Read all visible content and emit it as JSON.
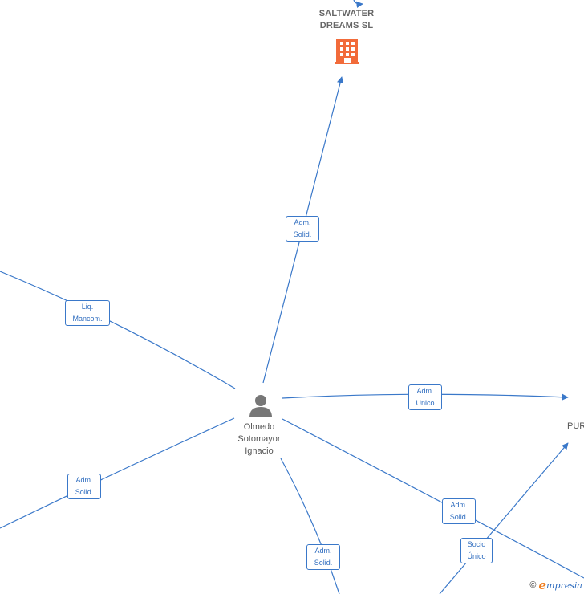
{
  "nodes": {
    "company_top": {
      "name_line1": "SALTWATER",
      "name_line2": "DREAMS SL"
    },
    "person": {
      "name_line1": "Olmedo",
      "name_line2": "Sotomayor",
      "name_line3": "Ignacio"
    },
    "company_right": {
      "name_partial": "PUR"
    }
  },
  "edges": {
    "to_saltwater": {
      "line1": "Adm.",
      "line2": "Solid."
    },
    "liq_mancom": {
      "line1": "Liq.",
      "line2": "Mancom."
    },
    "adm_unico": {
      "line1": "Adm.",
      "line2": "Unico"
    },
    "adm_solid_left": {
      "line1": "Adm.",
      "line2": "Solid."
    },
    "adm_solid_bottom": {
      "line1": "Adm.",
      "line2": "Solid."
    },
    "adm_solid_right": {
      "line1": "Adm.",
      "line2": "Solid."
    },
    "socio_unico": {
      "line1": "Socio",
      "line2": "Único"
    }
  },
  "watermark": {
    "copyright": "©",
    "brand_initial": "e",
    "brand_rest": "mpresia"
  },
  "colors": {
    "edge": "#3a78c9",
    "company_icon": "#f26b3a",
    "person_icon": "#777777"
  }
}
